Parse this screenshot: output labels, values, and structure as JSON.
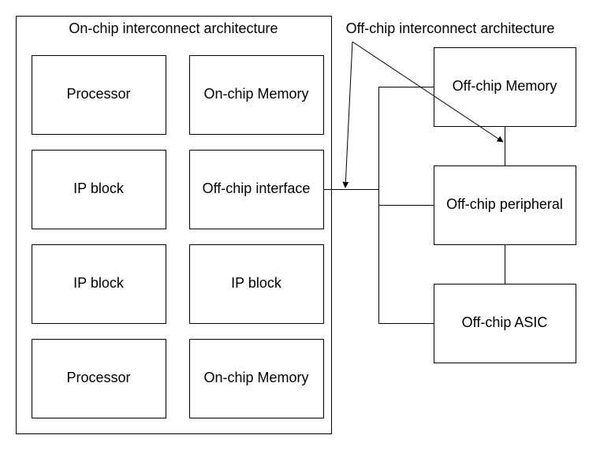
{
  "diagram": {
    "onchip": {
      "title": "On-chip interconnect architecture",
      "blocks": [
        "Processor",
        "On-chip Memory",
        "IP block",
        "Off-chip interface",
        "IP block",
        "IP block",
        "Processor",
        "On-chip Memory"
      ]
    },
    "offchip": {
      "title": "Off-chip interconnect architecture",
      "blocks": [
        "Off-chip Memory",
        "Off-chip peripheral",
        "Off-chip ASIC"
      ]
    }
  }
}
